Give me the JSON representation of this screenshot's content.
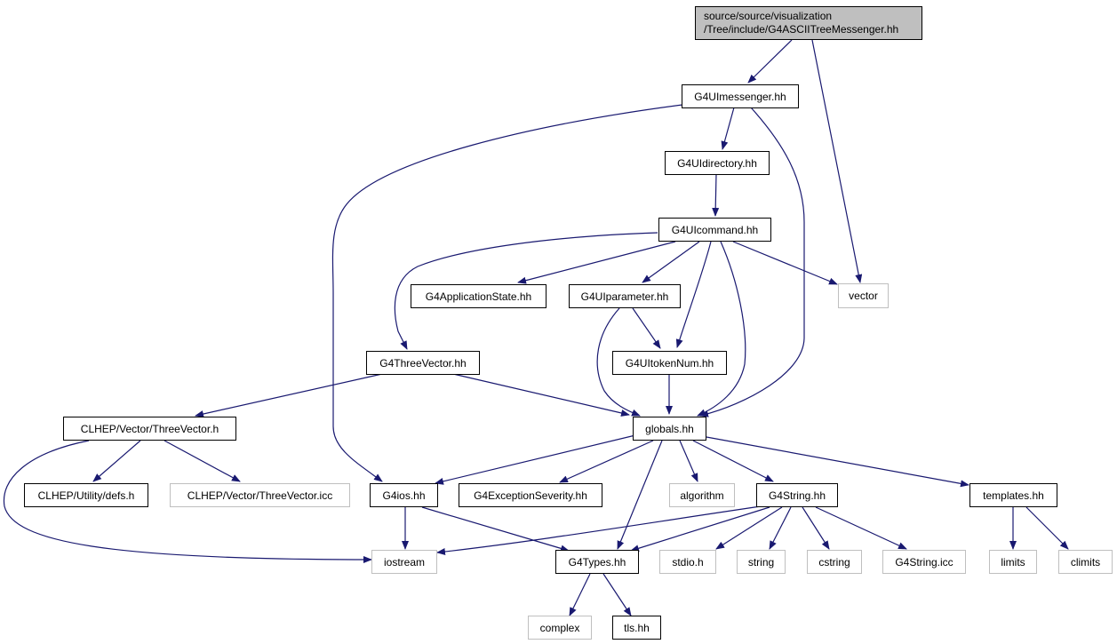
{
  "colors": {
    "edge": "#191970",
    "root_fill": "#bfbfbf",
    "project_border": "#000000",
    "system_border": "#bfbfbf"
  },
  "root": {
    "line1": "source/source/visualization",
    "line2": "/Tree/include/G4ASCIITreeMessenger.hh"
  },
  "nodes": {
    "g4uimessenger": "G4UImessenger.hh",
    "vector": "vector",
    "g4uidirectory": "G4UIdirectory.hh",
    "g4uicommand": "G4UIcommand.hh",
    "g4applicationstate": "G4ApplicationState.hh",
    "g4uiparameter": "G4UIparameter.hh",
    "g4threevector": "G4ThreeVector.hh",
    "g4uitokennum": "G4UItokenNum.hh",
    "clhep_threevector_h": "CLHEP/Vector/ThreeVector.h",
    "globals": "globals.hh",
    "clhep_defs": "CLHEP/Utility/defs.h",
    "clhep_threevector_icc": "CLHEP/Vector/ThreeVector.icc",
    "g4ios": "G4ios.hh",
    "g4exceptionseverity": "G4ExceptionSeverity.hh",
    "algorithm": "algorithm",
    "g4string": "G4String.hh",
    "templates": "templates.hh",
    "iostream": "iostream",
    "g4types": "G4Types.hh",
    "stdio": "stdio.h",
    "string": "string",
    "cstring": "cstring",
    "g4string_icc": "G4String.icc",
    "limits": "limits",
    "climits": "climits",
    "complex": "complex",
    "tls": "tls.hh"
  }
}
